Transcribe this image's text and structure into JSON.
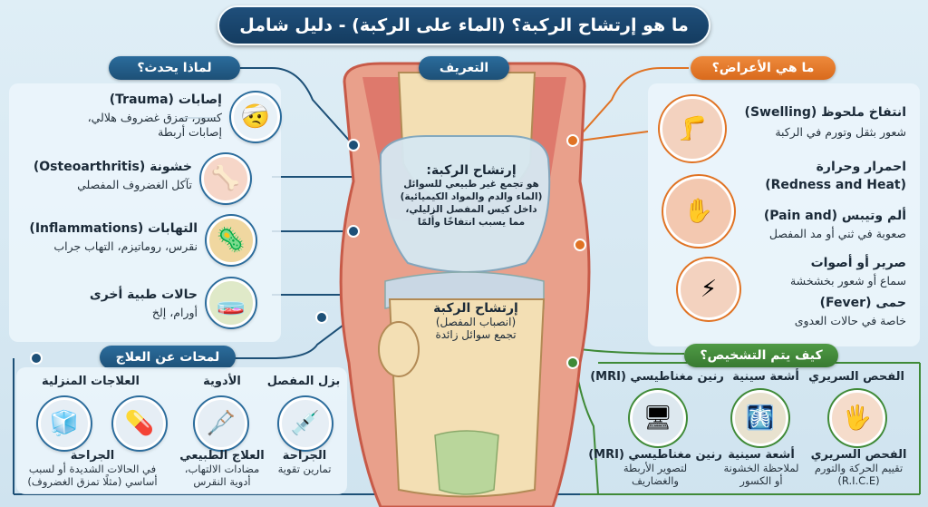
{
  "title": "ما هو إرتشاح الركبة؟ (الماء على الركبة) - دليل شامل",
  "center": {
    "heading": "التعريف",
    "definition_title": "إرتشاح الركبة:",
    "definition_lines": [
      "هو تجمع غير طبيعي للسوائل",
      "(الماء والدم والمواد الكيميائية)",
      "داخل كيس المفصل الزليلي،",
      "مما يسبب انتفاخًا وألمًا"
    ],
    "label_title": "إرتشاح الركبة",
    "label_line1": "(انصباب المفصل)",
    "label_line2": "تجمع سوائل زائدة"
  },
  "causes": {
    "heading": "لماذا يحدث؟",
    "items": [
      {
        "title": "إصابات (Trauma)",
        "desc1": "كسور، تمزق غضروف هلالي،",
        "desc2": "إصابات أربطة",
        "icon": "injury-icon"
      },
      {
        "title": "خشونة (Osteoarthritis)",
        "desc1": "تآكل الغضروف المفصلي",
        "desc2": "",
        "icon": "joint-icon"
      },
      {
        "title": "التهابات (Inflammations)",
        "desc1": "نقرس، روماتيزم، التهاب جراب",
        "desc2": "",
        "icon": "inflammation-icon"
      },
      {
        "title": "حالات طبية أخرى",
        "desc1": "أورام، إلخ",
        "desc2": "",
        "icon": "bacteria-icon"
      }
    ]
  },
  "symptoms": {
    "heading": "ما هي الأعراض؟",
    "items": [
      {
        "title": "انتفاخ ملحوظ (Swelling)",
        "desc": "شعور بثقل وتورم في الركبة",
        "icon": "swelling-icon"
      },
      {
        "title": "احمرار وحرارة",
        "desc": "(Redness and Heat)",
        "icon": ""
      },
      {
        "title": "ألم وتيبس (Pain and)",
        "desc": "صعوبة في ثني أو مد المفصل",
        "icon": "pain-icon"
      },
      {
        "title": "صرير أو أصوات",
        "desc": "سماع أو شعور بخشخشة",
        "icon": "crepitus-icon"
      },
      {
        "title": "حمى (Fever)",
        "desc": "خاصة في حالات العدوى",
        "icon": ""
      }
    ]
  },
  "treatment": {
    "heading": "لمحات عن العلاج",
    "top_labels": [
      "بزل المفصل",
      "الأدوية",
      "العلاجات المنزلية"
    ],
    "items": [
      {
        "title": "الجراحة",
        "desc1": "تمارين تقوية",
        "desc2": "",
        "icon": "syringe-icon"
      },
      {
        "title": "العلاج الطبيعي",
        "desc1": "مضادات الالتهاب،",
        "desc2": "أدوية النقرس",
        "icon": "crutches-icon"
      },
      {
        "title": "",
        "desc1": "",
        "desc2": "",
        "icon": "pills-icon"
      },
      {
        "title": "الجراحة",
        "desc1": "في الحالات الشديدة أو لسبب",
        "desc2": "أساسي (مثلًا تمزق الغضروف)",
        "icon": "ice-icon"
      }
    ]
  },
  "diagnosis": {
    "heading": "كيف يتم التشخيص؟",
    "top_labels": [
      "الفحص السريري",
      "أشعة سينية",
      "رنين مغناطيسي (MRI)"
    ],
    "items": [
      {
        "title": "الفحص السريري",
        "desc1": "تقييم الحركة والتورم",
        "desc2": "(R.I.C.E)",
        "icon": "hand-icon"
      },
      {
        "title": "أشعة سينية",
        "desc1": "لملاحظة الخشونة",
        "desc2": "أو الكسور",
        "icon": "xray-icon"
      },
      {
        "title": "رنين مغناطيسي (MRI)",
        "desc1": "لتصوير الأربطة",
        "desc2": "والغضاريف",
        "icon": "mri-icon"
      }
    ]
  },
  "colors": {
    "navy": "#1d5077",
    "orange": "#e07324",
    "green": "#3f8a37",
    "bone": "#f3dfb4",
    "muscle": "#d9685f"
  }
}
